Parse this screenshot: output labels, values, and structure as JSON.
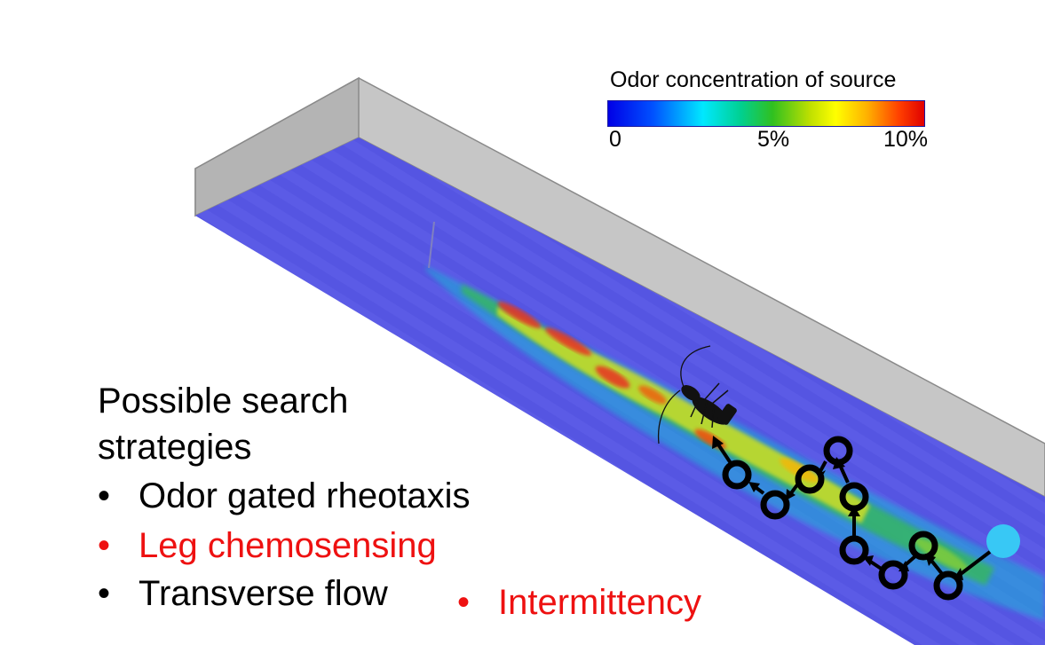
{
  "colorbar": {
    "title": "Odor concentration of source",
    "tick_min": "0",
    "tick_mid": "5%",
    "tick_max": "10%",
    "colors": [
      "#0000e6",
      "#0050ff",
      "#00e8ff",
      "#00d090",
      "#30c020",
      "#c0e000",
      "#ffff00",
      "#ffb000",
      "#ff4000",
      "#e00000"
    ]
  },
  "strategies": {
    "title": "Possible search strategies",
    "items": [
      {
        "label": "Odor gated rheotaxis",
        "color": "#000000"
      },
      {
        "label": "Leg chemosensing",
        "color": "#ee1111"
      },
      {
        "label": "Transverse flow",
        "color": "#000000"
      },
      {
        "label": "Intermittency",
        "color": "#ee1111"
      }
    ],
    "bullet": "•"
  },
  "colors": {
    "channel_wall": "#c8c8c8",
    "channel_floor": "#5b5be6",
    "start_marker": "#38c8f5",
    "path": "#000000"
  }
}
